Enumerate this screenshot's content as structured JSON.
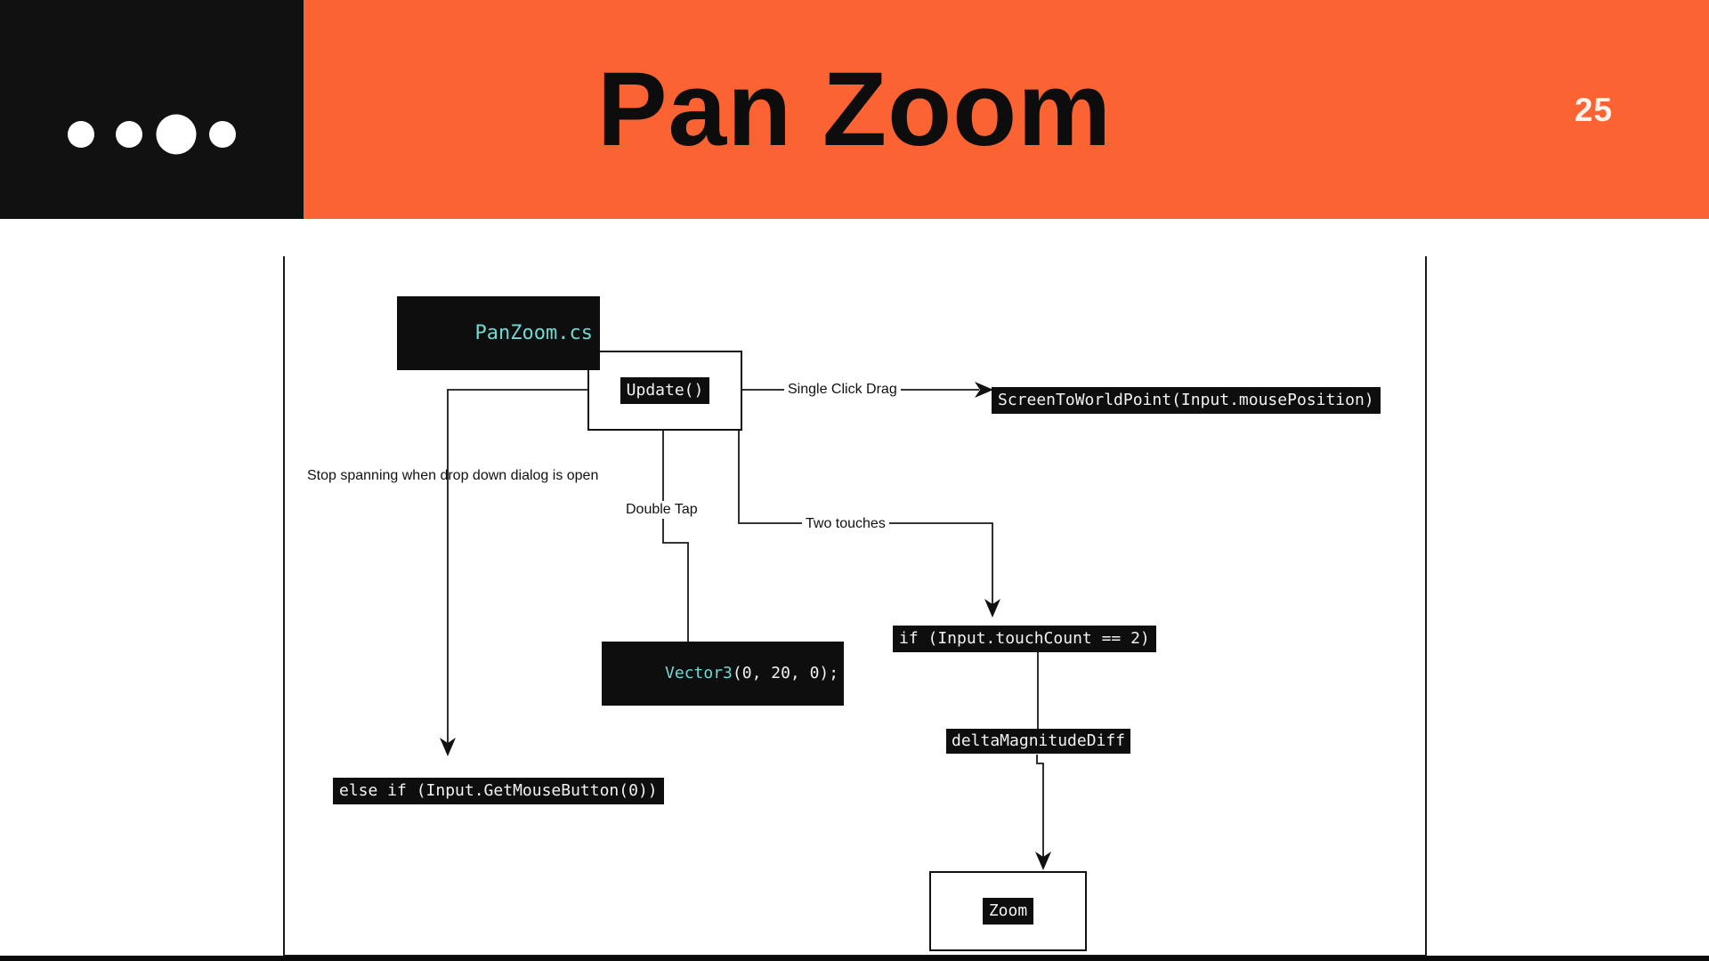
{
  "header": {
    "title": "Pan Zoom",
    "page_number": "25",
    "logo_icon": "four-dots-logo",
    "colors": {
      "band": "#fb6332",
      "logo_bg": "#111111",
      "title_text": "#0d0d0d",
      "page_number_text": "#fdf3ea"
    }
  },
  "diagram": {
    "file_label": "PanZoom.cs",
    "nodes": {
      "update": "Update()",
      "screen_to_world": "ScreenToWorldPoint(Input.mousePosition)",
      "else_if_mouse": "else if (Input.GetMouseButton(0))",
      "if_touch_count": "if (Input.touchCount == 2)",
      "delta_magnitude": "deltaMagnitudeDiff",
      "vector3_keyword": "Vector3",
      "vector3_args": "(0, 20, 0);",
      "zoom": "Zoom"
    },
    "edge_labels": {
      "single_click_drag": "Single Click Drag",
      "double_tap": "Double Tap",
      "two_touches": "Two touches",
      "stop_spanning": "Stop spanning when drop down dialog is open"
    },
    "colors": {
      "code_bg": "#0e0e0e",
      "code_text": "#f2f2f2",
      "code_accent": "#70d9d2",
      "line": "#1a1a1a"
    }
  }
}
